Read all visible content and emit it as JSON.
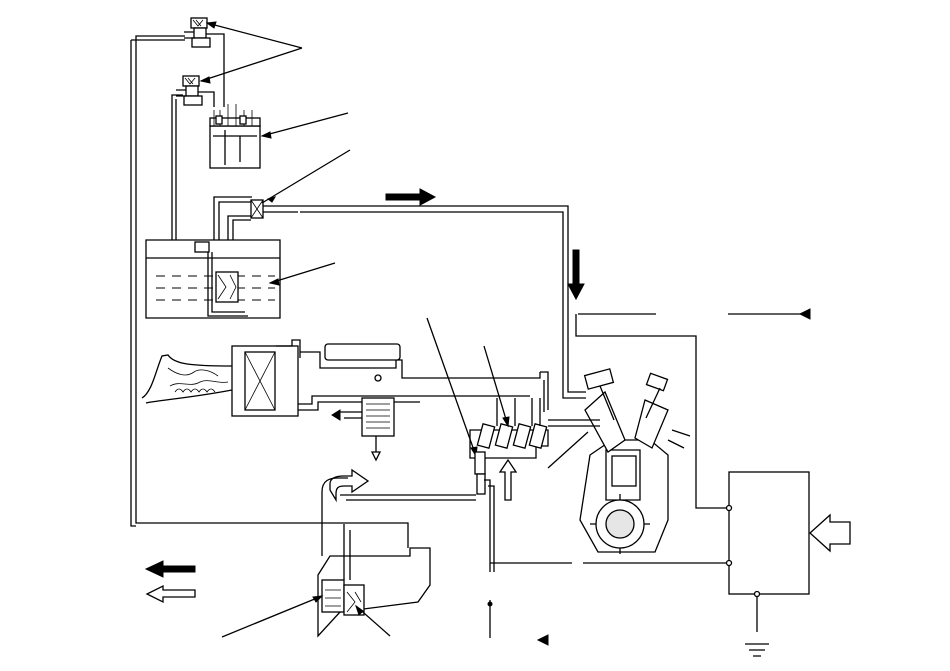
{
  "diagram": {
    "components": [
      {
        "id": "purge-valve-upper",
        "icon": "solenoid-valve-icon"
      },
      {
        "id": "purge-valve-lower",
        "icon": "solenoid-valve-icon"
      },
      {
        "id": "canister",
        "icon": "canister-icon"
      },
      {
        "id": "two-way-valve",
        "icon": "check-valve-icon"
      },
      {
        "id": "fuel-tank",
        "icon": "fuel-tank-icon"
      },
      {
        "id": "air-cleaner",
        "icon": "air-filter-icon"
      },
      {
        "id": "throttle-body",
        "icon": "throttle-icon"
      },
      {
        "id": "fuel-injectors",
        "icon": "injector-icon"
      },
      {
        "id": "engine",
        "icon": "v-engine-icon"
      },
      {
        "id": "ecm",
        "icon": "control-unit-icon"
      },
      {
        "id": "pressure-regulator",
        "icon": "regulator-icon"
      },
      {
        "id": "fuel-pump",
        "icon": "pump-icon"
      }
    ],
    "legend": [
      {
        "id": "fuel-flow",
        "style": "solid-arrow"
      },
      {
        "id": "air-vapor-flow",
        "style": "outline-arrow"
      }
    ]
  }
}
